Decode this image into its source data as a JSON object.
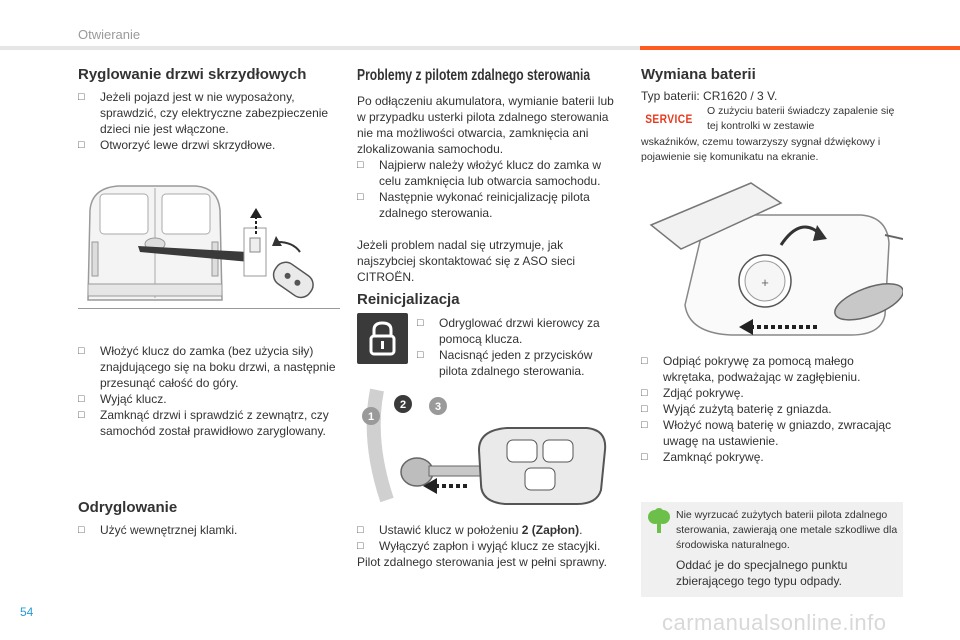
{
  "header": {
    "section": "Otwieranie",
    "page_number": "54"
  },
  "watermark": "carmanualsonline.info",
  "col1": {
    "title1": "Ryglowanie drzwi skrzydłowych",
    "items1": [
      "Jeżeli pojazd jest w nie wyposażony, sprawdzić, czy elektryczne zabezpieczenie dzieci nie jest włączone.",
      "Otworzyć lewe drzwi skrzydłowe."
    ],
    "items2": [
      "Włożyć klucz do zamka (bez użycia siły) znajdującego się na boku drzwi, a następnie przesunąć całość do góry.",
      "Wyjąć klucz.",
      "Zamknąć drzwi i sprawdzić z zewnątrz, czy samochód został prawidłowo zaryglowany."
    ],
    "title2": "Odryglowanie",
    "items3": [
      "Użyć wewnętrznej klamki."
    ]
  },
  "col2": {
    "title1": "Problemy z pilotem zdalnego sterowania",
    "intro": "Po odłączeniu akumulatora, wymianie baterii lub w przypadku usterki pilota zdalnego sterowania nie ma możliwości otwarcia, zamknięcia ani zlokalizowania samochodu.",
    "items1": [
      "Najpierw należy włożyć klucz do zamka w celu zamknięcia lub otwarcia samochodu.",
      "Następnie wykonać reinicjalizację pilota zdalnego sterowania."
    ],
    "outro": "Jeżeli problem nadal się utrzymuje, jak najszybciej skontaktować się z ASO sieci CITROËN.",
    "title2": "Reinicjalizacja",
    "items2": [
      "Odryglować drzwi kierowcy za pomocą klucza.",
      "Nacisnąć jeden z przycisków pilota zdalnego sterowania."
    ],
    "item3_pre": "Ustawić klucz w położeniu ",
    "item3_bold": "2 (Zapłon)",
    "item3_post": ".",
    "item4": "Wyłączyć zapłon i wyjąć klucz ze stacyjki.",
    "final": "Pilot zdalnego sterowania jest w pełni sprawny.",
    "step_labels": [
      "1",
      "2",
      "3"
    ]
  },
  "col3": {
    "title": "Wymiana baterii",
    "battery_type": "Typ baterii: CR1620 / 3 V.",
    "service_label": "SERVICE",
    "service_text_1": "O zużyciu baterii świadczy zapalenie się tej kontrolki w zestawie",
    "service_text_2": "wskaźników, czemu towarzyszy sygnał dźwiękowy i pojawienie się komunikatu na ekranie.",
    "items": [
      "Odpiąć pokrywę za pomocą małego wkrętaka, podważając w zagłębieniu.",
      "Zdjąć pokrywę.",
      "Wyjąć zużytą baterię z gniazda.",
      "Włożyć nową baterię w gniazdo, zwracając uwagę na ustawienie.",
      "Zamknąć pokrywę."
    ],
    "eco_small": "Nie wyrzucać zużytych baterii pilota zdalnego sterowania, zawierają one metale szkodliwe dla środowiska naturalnego.",
    "eco_large": "Oddać je do specjalnego punktu zbierającego tego typu odpady."
  },
  "colors": {
    "accent": "#ff5a1f",
    "service": "#e63a1e",
    "eco": "#6cc04a",
    "page_number": "#2a9ad6"
  }
}
